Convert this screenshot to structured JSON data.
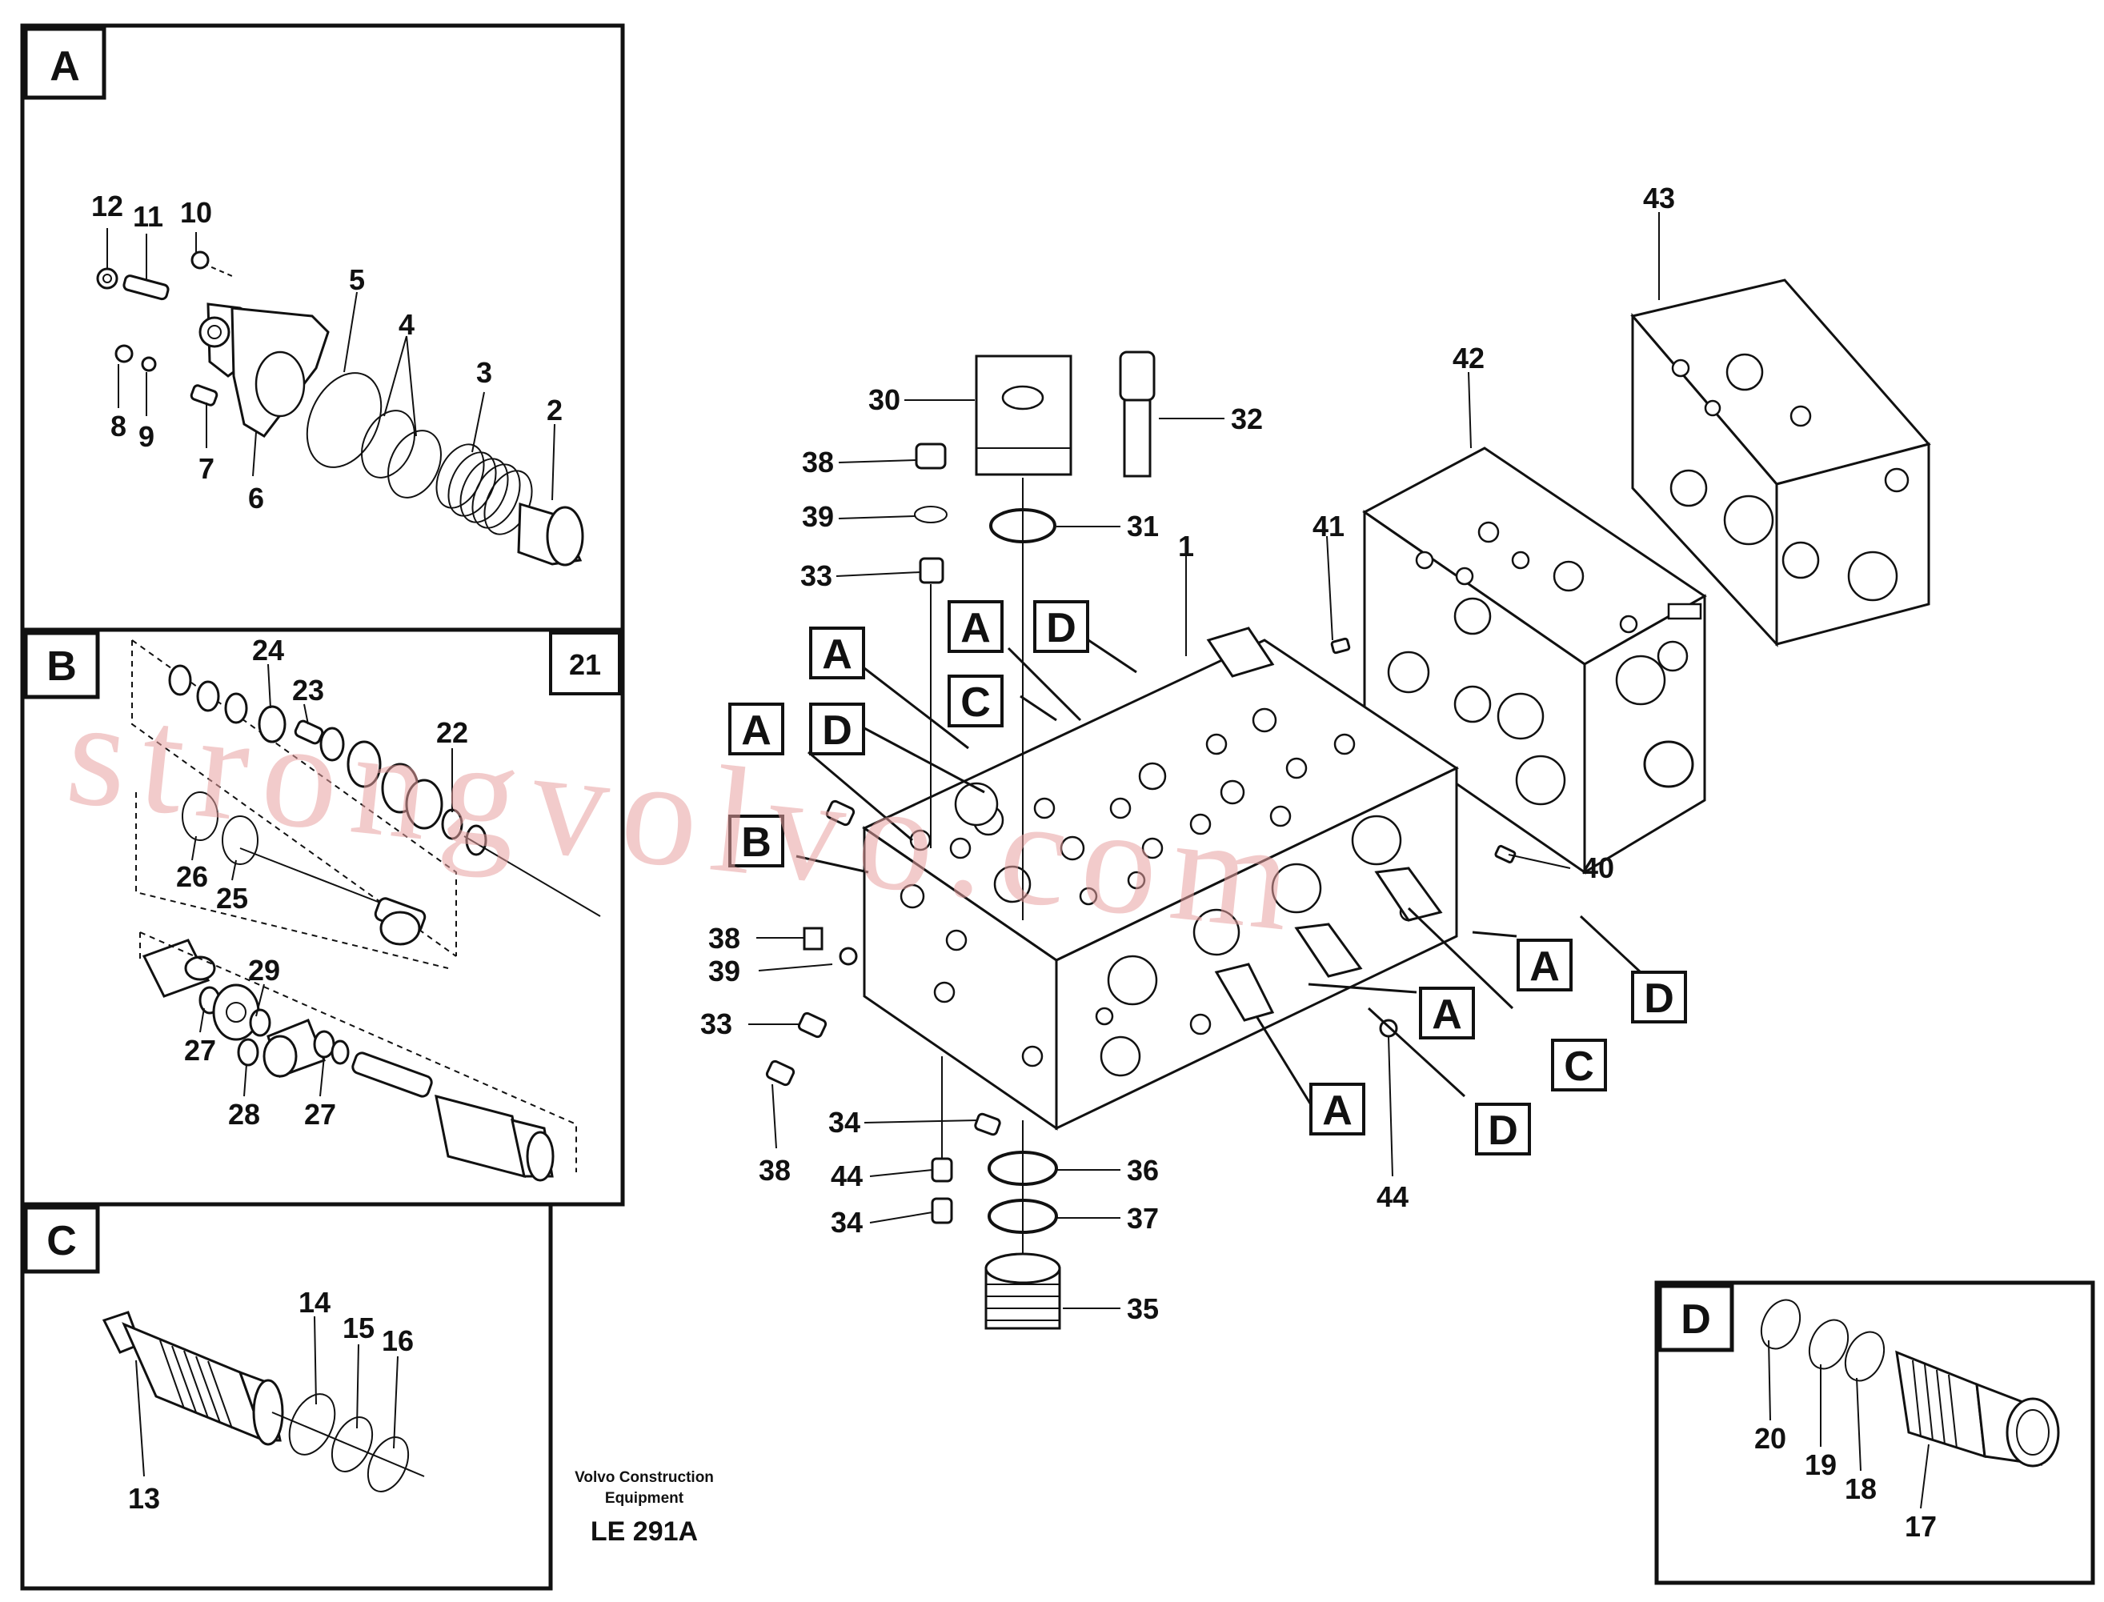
{
  "panels": {
    "A": {
      "label": "A"
    },
    "B": {
      "label": "B",
      "ref": "21"
    },
    "C": {
      "label": "C"
    },
    "D": {
      "label": "D"
    }
  },
  "parts": {
    "p1": "1",
    "p2": "2",
    "p3": "3",
    "p4": "4",
    "p5": "5",
    "p6": "6",
    "p7": "7",
    "p8": "8",
    "p9": "9",
    "p10": "10",
    "p11": "11",
    "p12": "12",
    "p13": "13",
    "p14": "14",
    "p15": "15",
    "p16": "16",
    "p17": "17",
    "p18": "18",
    "p19": "19",
    "p20": "20",
    "p22": "22",
    "p23": "23",
    "p24": "24",
    "p25": "25",
    "p26": "26",
    "p27": "27",
    "p28": "28",
    "p29": "29",
    "p30": "30",
    "p31": "31",
    "p32": "32",
    "p33": "33",
    "p34": "34",
    "p35": "35",
    "p36": "36",
    "p37": "37",
    "p38": "38",
    "p39": "39",
    "p40": "40",
    "p41": "41",
    "p42": "42",
    "p43": "43",
    "p44": "44"
  },
  "callouts": {
    "A": "A",
    "B": "B",
    "C": "C",
    "D": "D"
  },
  "footer": {
    "company_line1": "Volvo Construction",
    "company_line2": "Equipment",
    "code": "LE 291A"
  },
  "watermark": "strongvolvo.com"
}
